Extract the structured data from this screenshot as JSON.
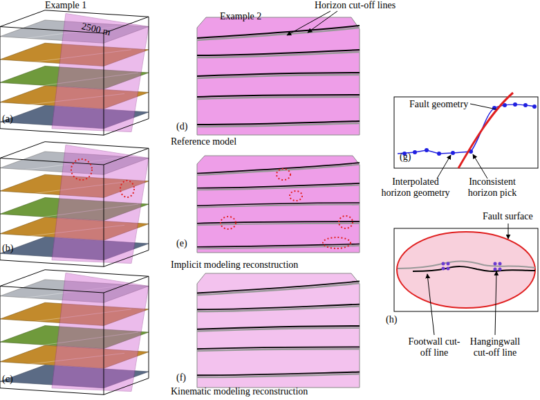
{
  "diagram": {
    "nodes": [
      {
        "text": [
          "(a)"
        ]
      },
      {
        "text": [
          "(b)"
        ]
      },
      {
        "text": [
          "(c)"
        ]
      },
      {
        "text": [
          "(d)",
          "Reference model"
        ]
      },
      {
        "text": [
          "(e)",
          "Implicit modeling reconstruction"
        ]
      },
      {
        "text": [
          "(f)",
          "Kinematic modeling reconstruction"
        ]
      },
      {
        "text": [
          "(g)",
          "Fault geometry"
        ]
      },
      {
        "text": [
          "Fault surface",
          "(h)"
        ]
      }
    ],
    "labels": [
      "Example 1",
      "2500 m",
      "Example 2",
      "Horizon cut-off lines",
      "Interpolated horizon geometry",
      "Inconsistent horizon pick",
      "Footwall cut-off line",
      "Hangingwall cut-off line"
    ]
  }
}
